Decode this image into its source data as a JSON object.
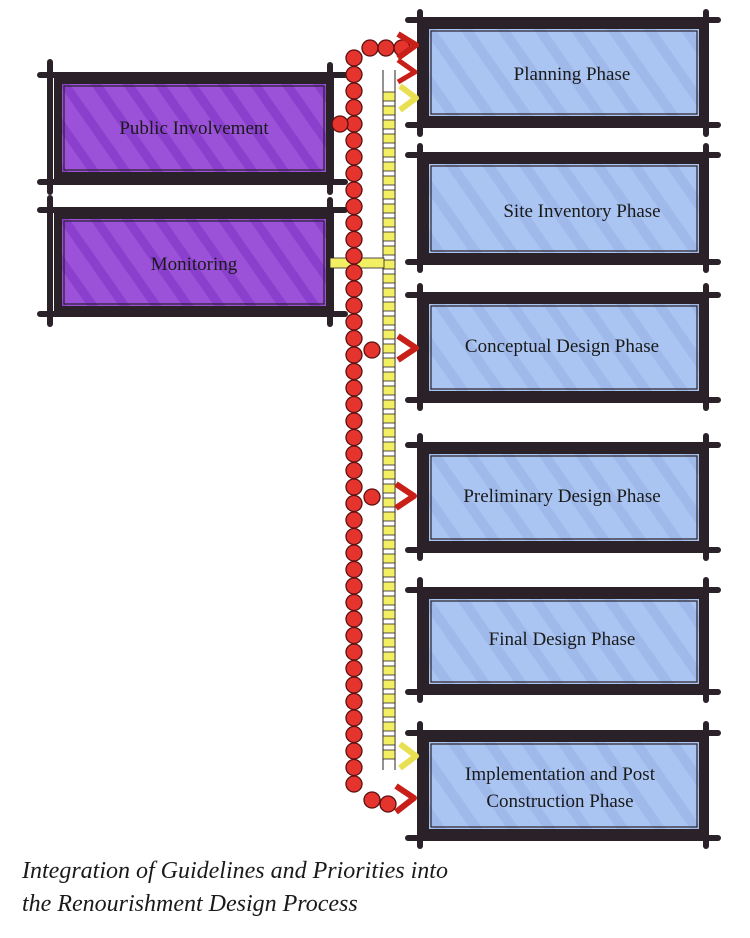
{
  "left_boxes": [
    {
      "label": "Public Involvement"
    },
    {
      "label": "Monitoring"
    }
  ],
  "phases": [
    {
      "lines": [
        "Planning Phase"
      ]
    },
    {
      "lines": [
        "Site Inventory Phase"
      ]
    },
    {
      "lines": [
        "Conceptual Design Phase"
      ]
    },
    {
      "lines": [
        "Preliminary Design Phase"
      ]
    },
    {
      "lines": [
        "Final Design Phase"
      ]
    },
    {
      "lines": [
        "Implementation and Post",
        "Construction Phase"
      ]
    }
  ],
  "caption": {
    "line1": "Integration of Guidelines and Priorities into",
    "line2": "the Renourishment Design Process"
  },
  "colors": {
    "left_box_fill": "#9b4fd6",
    "phase_box_fill": "#a9c3f0",
    "frame": "#2a2228",
    "chain_red": "#e5332e",
    "ladder_yellow": "#f3ef63",
    "arrow_red": "#d42a22"
  },
  "icons": [
    "red-chain-links",
    "yellow-ladder",
    "red-arrow",
    "yellow-arrow"
  ]
}
